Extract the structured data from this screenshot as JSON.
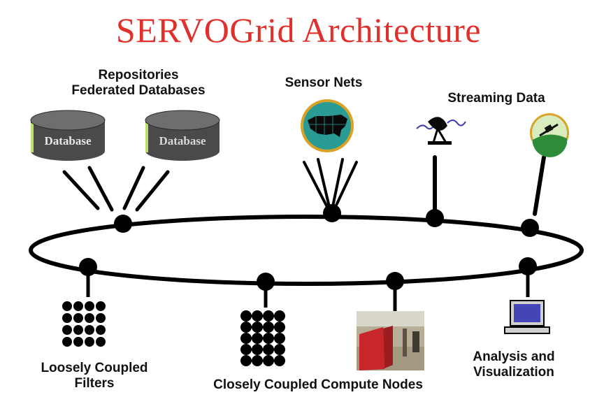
{
  "title": "SERVOGrid Architecture",
  "colors": {
    "title": "#e0302b",
    "ring": "#000000",
    "node": "#000000",
    "database_body": "#4a4a4a",
    "database_top": "#6e6e6e",
    "database_text": "#e8e8e8",
    "database_accent": "#b9e06a",
    "map_ocean": "#2a9b94",
    "map_land": "#0a0a0a",
    "earth_ground": "#2e8b3a",
    "earth_sky": "#d8ecc0",
    "earth_border": "#d8a528",
    "photo_red": "#c8262a",
    "monitor_screen": "#4545b8"
  },
  "labels": {
    "repositories_line1": "Repositories",
    "repositories_line2": "Federated Databases",
    "sensor_nets": "Sensor Nets",
    "streaming_data": "Streaming Data",
    "loosely_line1": "Loosely Coupled",
    "loosely_line2": "Filters",
    "closely": "Closely Coupled Compute Nodes",
    "analysis_line1": "Analysis and",
    "analysis_line2": "Visualization"
  },
  "databases": [
    {
      "label": "Database"
    },
    {
      "label": "Database"
    }
  ],
  "icons": {
    "sensor": "us-map-sensor-icon",
    "dish": "satellite-dish-icon",
    "satellite": "satellite-earth-icon",
    "photo": "compute-cluster-photo",
    "monitor": "computer-monitor-icon"
  }
}
